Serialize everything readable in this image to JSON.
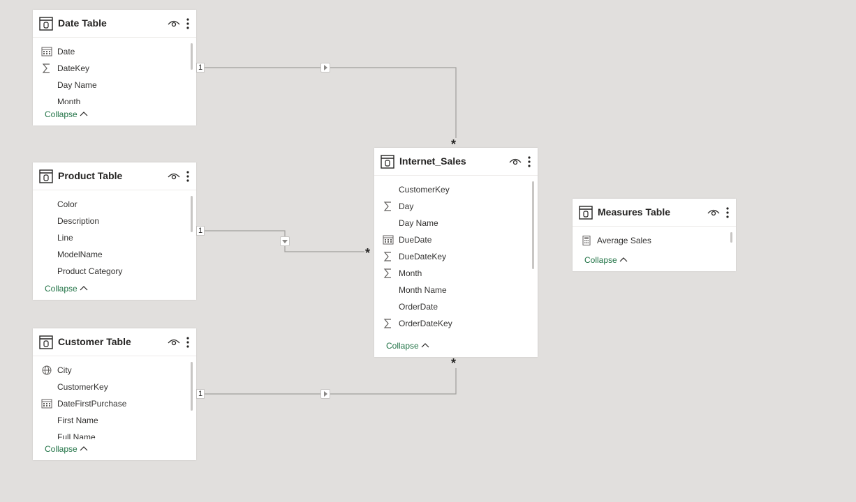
{
  "tables": {
    "date": {
      "title": "Date Table",
      "fields": [
        {
          "label": "Date",
          "icon": "calendar-icon"
        },
        {
          "label": "DateKey",
          "icon": "sigma-icon"
        },
        {
          "label": "Day Name",
          "icon": ""
        },
        {
          "label": "Month",
          "icon": ""
        }
      ],
      "collapse_label": "Collapse"
    },
    "product": {
      "title": "Product Table",
      "fields": [
        {
          "label": "Color",
          "icon": ""
        },
        {
          "label": "Description",
          "icon": ""
        },
        {
          "label": "Line",
          "icon": ""
        },
        {
          "label": "ModelName",
          "icon": ""
        },
        {
          "label": "Product Category",
          "icon": ""
        }
      ],
      "collapse_label": "Collapse"
    },
    "customer": {
      "title": "Customer Table",
      "fields": [
        {
          "label": "City",
          "icon": "globe-icon"
        },
        {
          "label": "CustomerKey",
          "icon": ""
        },
        {
          "label": "DateFirstPurchase",
          "icon": "calendar-icon"
        },
        {
          "label": "First Name",
          "icon": ""
        },
        {
          "label": "Full Name",
          "icon": ""
        }
      ],
      "collapse_label": "Collapse"
    },
    "sales": {
      "title": "Internet_Sales",
      "fields": [
        {
          "label": "CustomerKey",
          "icon": ""
        },
        {
          "label": "Day",
          "icon": "sigma-icon"
        },
        {
          "label": "Day Name",
          "icon": ""
        },
        {
          "label": "DueDate",
          "icon": "calendar-icon"
        },
        {
          "label": "DueDateKey",
          "icon": "sigma-icon"
        },
        {
          "label": "Month",
          "icon": "sigma-icon"
        },
        {
          "label": "Month Name",
          "icon": ""
        },
        {
          "label": "OrderDate",
          "icon": ""
        },
        {
          "label": "OrderDateKey",
          "icon": "sigma-icon"
        }
      ],
      "collapse_label": "Collapse"
    },
    "measures": {
      "title": "Measures Table",
      "fields": [
        {
          "label": "Average Sales",
          "icon": "calculator-icon"
        }
      ],
      "collapse_label": "Collapse"
    }
  },
  "relationships": {
    "one_label": "1",
    "many_label": "*"
  },
  "colors": {
    "canvas": "#e1dfdd",
    "accent_link": "#217346",
    "line": "#8a8886"
  }
}
